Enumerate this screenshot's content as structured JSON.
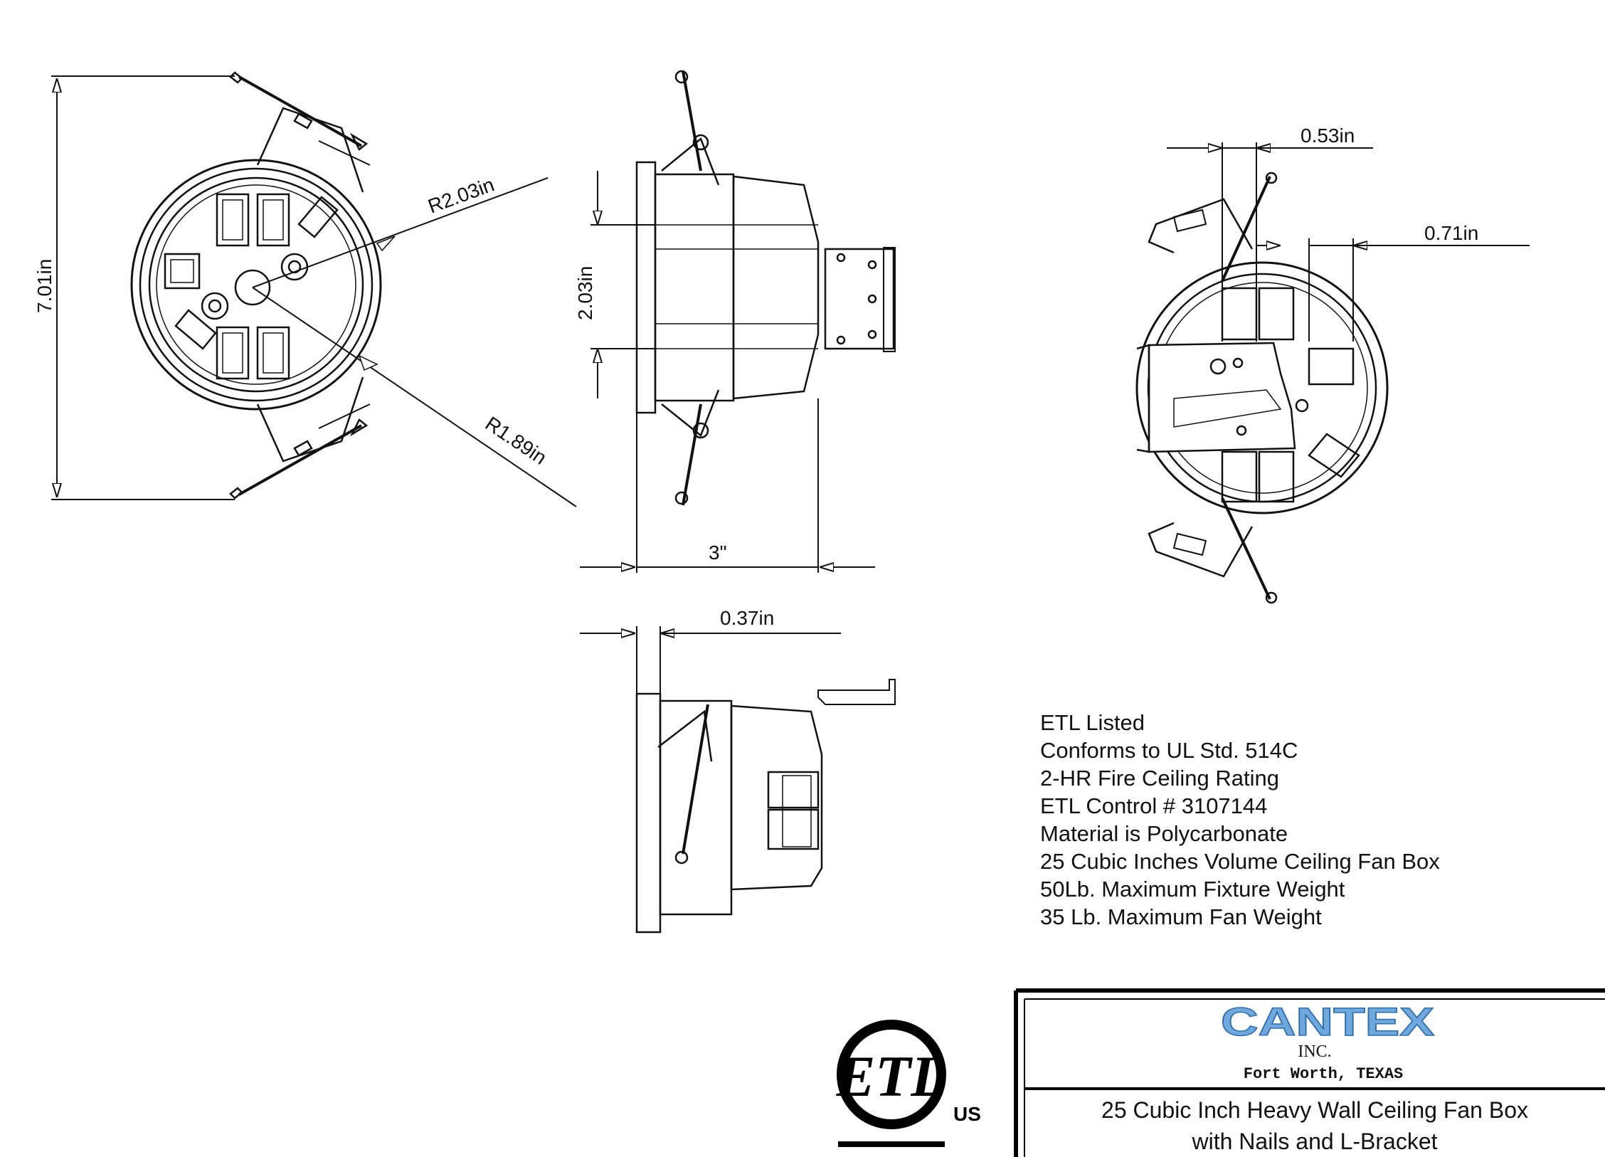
{
  "dimensions": {
    "overall_height": "7.01in",
    "radius_outer": "R2.03in",
    "radius_inner": "R1.89in",
    "side_depth": "2.03in",
    "width": "3\"",
    "flange": "0.37in",
    "nail_offset_a": "0.53in",
    "nail_offset_b": "0.71in"
  },
  "specs": [
    "ETL Listed",
    "Conforms to UL Std. 514C",
    "2-HR Fire Ceiling Rating",
    "ETL Control # 3107144",
    "Material is Polycarbonate",
    "25 Cubic Inches Volume Ceiling Fan Box",
    "50Lb. Maximum Fixture Weight",
    "35 Lb. Maximum Fan Weight"
  ],
  "title_block": {
    "company": "CANTEX",
    "company_suffix": "INC.",
    "location": "Fort Worth, TEXAS",
    "title_line1": "25 Cubic Inch Heavy Wall Ceiling Fan Box",
    "title_line2": "with Nails and L-Bracket",
    "brand_color": "#6fa8dc"
  },
  "certification": {
    "mark": "ETL",
    "suffix": "US"
  }
}
